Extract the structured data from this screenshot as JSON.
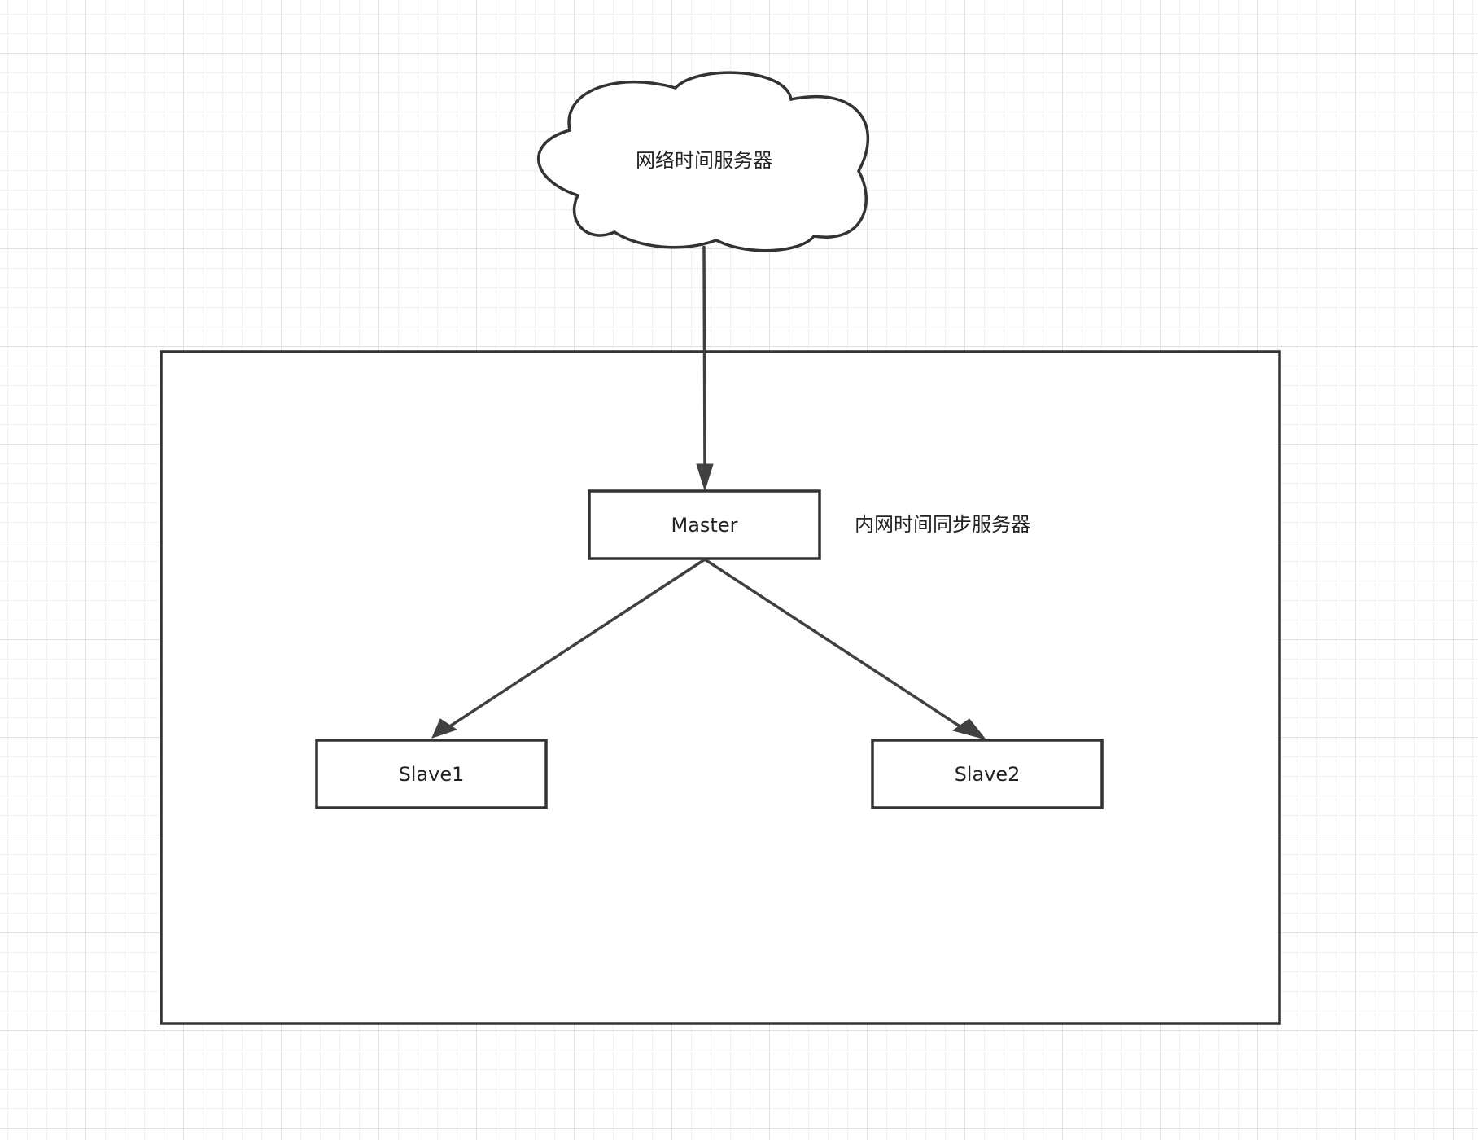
{
  "diagram": {
    "cloud": {
      "label": "网络时间服务器"
    },
    "group": {
      "label": "内网时间同步服务器"
    },
    "nodes": {
      "master": {
        "label": "Master"
      },
      "slave1": {
        "label": "Slave1"
      },
      "slave2": {
        "label": "Slave2"
      }
    },
    "edges": [
      {
        "from": "网络时间服务器",
        "to": "Master"
      },
      {
        "from": "Master",
        "to": "Slave1"
      },
      {
        "from": "Master",
        "to": "Slave2"
      }
    ]
  }
}
